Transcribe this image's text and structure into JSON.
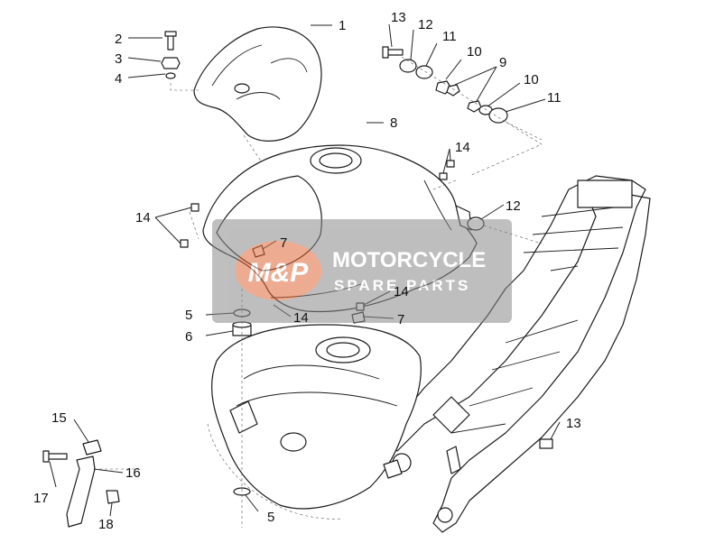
{
  "callouts": [
    "1",
    "2",
    "3",
    "4",
    "5",
    "6",
    "7",
    "8",
    "9",
    "10",
    "11",
    "12",
    "13",
    "14",
    "15",
    "16",
    "17",
    "18"
  ],
  "watermark": {
    "logo_text": "M&P",
    "brand_line_1": "MOTORCYCLE",
    "brand_line_2": "SPARE PARTS"
  }
}
